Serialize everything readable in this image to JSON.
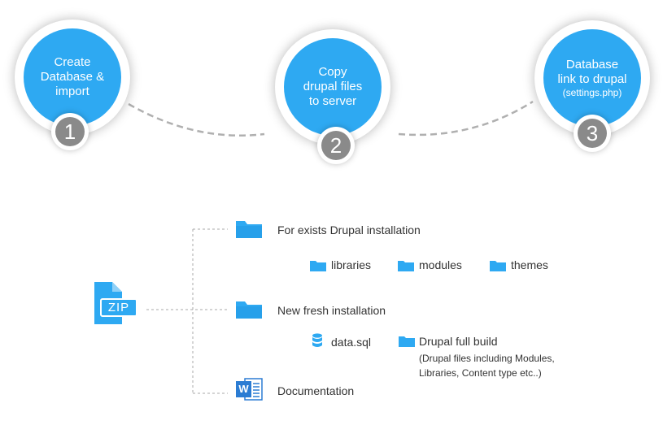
{
  "steps": [
    {
      "lines": [
        "Create",
        "Database &",
        "import"
      ],
      "sub": "",
      "number": "1"
    },
    {
      "lines": [
        "Copy",
        "drupal files",
        "to server"
      ],
      "sub": "",
      "number": "2"
    },
    {
      "lines": [
        "Database",
        "link to drupal"
      ],
      "sub": "(settings.php)",
      "number": "3"
    }
  ],
  "package": {
    "zip_label": "ZIP",
    "existing": {
      "label": "For exists Drupal installation",
      "folders": [
        "libraries",
        "modules",
        "themes"
      ]
    },
    "fresh": {
      "label": "New fresh installation",
      "db_file": "data.sql",
      "build_label": "Drupal full build",
      "build_note_1": "(Drupal files including Modules,",
      "build_note_2": "Libraries, Content type etc..)"
    },
    "docs": {
      "label": "Documentation",
      "icon_letter": "W"
    }
  },
  "colors": {
    "accent": "#2ea9f2",
    "badge": "#8a8a8a",
    "connector": "#b0b0b0",
    "word": "#2b7cd3"
  }
}
